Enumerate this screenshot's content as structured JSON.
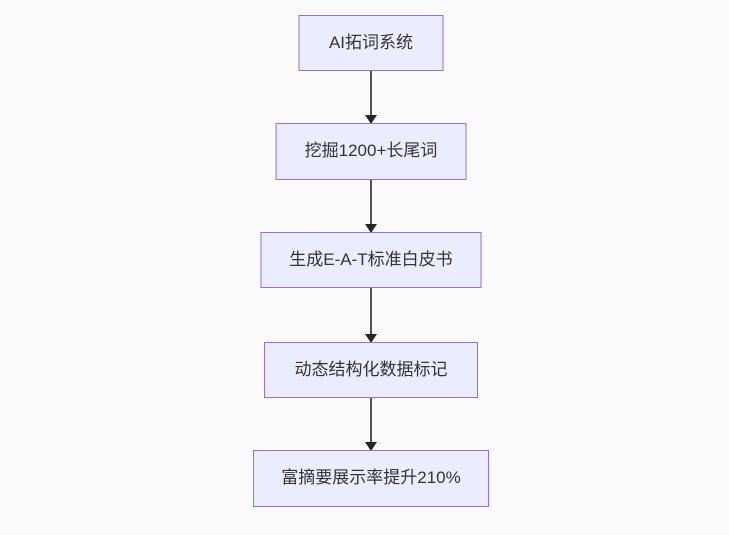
{
  "diagram": {
    "type": "flowchart",
    "direction": "top-down",
    "nodes": [
      {
        "id": "A",
        "label": "AI拓词系统"
      },
      {
        "id": "B",
        "label": "挖掘1200+长尾词"
      },
      {
        "id": "C",
        "label": "生成E-A-T标准白皮书"
      },
      {
        "id": "D",
        "label": "动态结构化数据标记"
      },
      {
        "id": "E",
        "label": "富摘要展示率提升210%"
      }
    ],
    "edges": [
      {
        "from": "A",
        "to": "B",
        "style": "arrow-down"
      },
      {
        "from": "B",
        "to": "C",
        "style": "arrow-down"
      },
      {
        "from": "C",
        "to": "D",
        "style": "arrow-down"
      },
      {
        "from": "D",
        "to": "E",
        "style": "arrow-down"
      }
    ],
    "colors": {
      "background": "#fafafa",
      "node_fill": "#ececff",
      "node_border": "#9370db",
      "edge_line": "#525252",
      "edge_head": "#262626",
      "text": "#333333"
    }
  }
}
